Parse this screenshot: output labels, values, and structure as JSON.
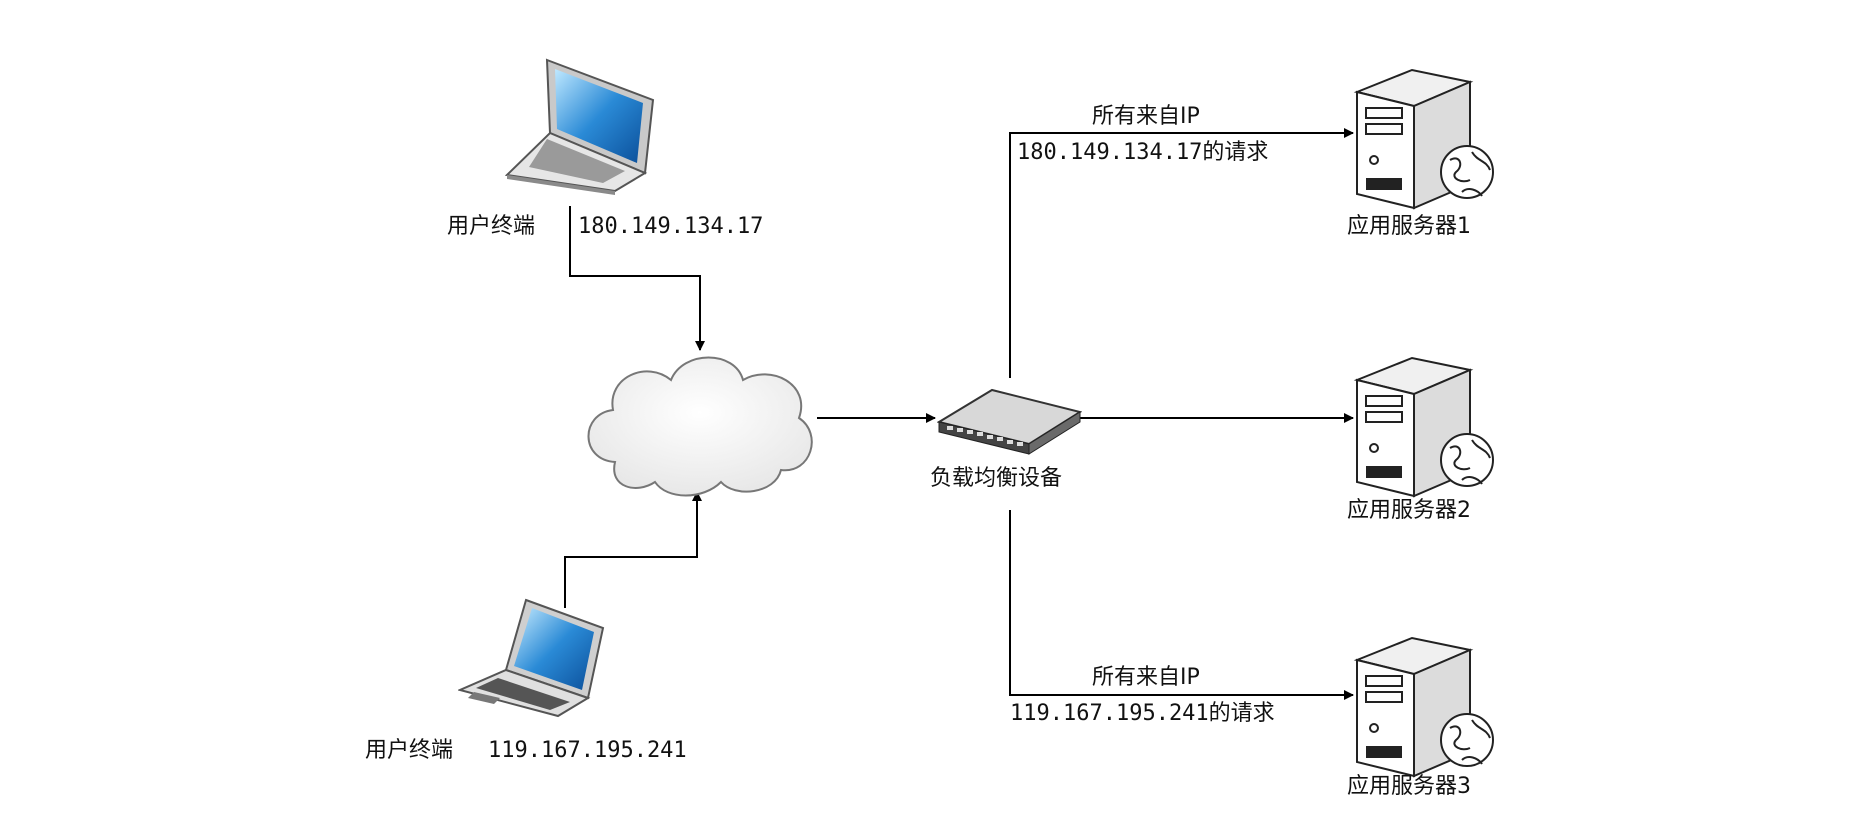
{
  "nodes": {
    "client_top": {
      "label": "用户终端",
      "ip": "180.149.134.17"
    },
    "client_bottom": {
      "label": "用户终端",
      "ip": "119.167.195.241"
    },
    "balancer": {
      "label": "负载均衡设备"
    },
    "server_1": {
      "label": "应用服务器1"
    },
    "server_2": {
      "label": "应用服务器2"
    },
    "server_3": {
      "label": "应用服务器3"
    }
  },
  "edges": {
    "to_server_1": {
      "line1": "所有来自IP",
      "line2": "180.149.134.17的请求"
    },
    "to_server_3": {
      "line1": "所有来自IP",
      "line2": "119.167.195.241的请求"
    }
  },
  "icons": {
    "laptop": "laptop-icon",
    "cloud": "cloud-icon",
    "switch": "network-switch-icon",
    "server": "server-tower-icon",
    "globe": "globe-icon"
  }
}
